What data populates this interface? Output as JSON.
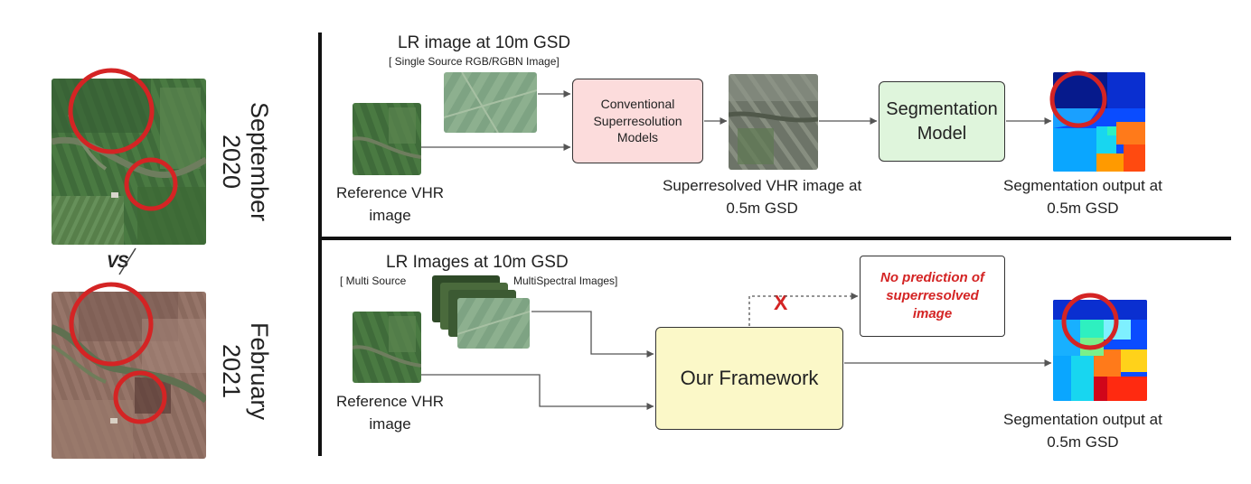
{
  "left_panel": {
    "top_label_line1": "September",
    "top_label_line2": "2020",
    "vs": "VS",
    "bottom_label_line1": "February",
    "bottom_label_line2": "2021"
  },
  "top_pipeline": {
    "lr_title": "LR image at 10m GSD",
    "lr_subtitle": "[ Single Source RGB/RGBN Image]",
    "reference_line1": "Reference VHR",
    "reference_line2": "image",
    "conventional_line1": "Conventional",
    "conventional_line2": "Superresolution",
    "conventional_line3": "Models",
    "superresolved_line1": "Superresolved VHR image at",
    "superresolved_line2": "0.5m GSD",
    "segmentation_line1": "Segmentation",
    "segmentation_line2": "Model",
    "output_line1": "Segmentation output at",
    "output_line2": "0.5m GSD"
  },
  "bottom_pipeline": {
    "lr_title": "LR Images at 10m GSD",
    "multi_source": "[ Multi Source",
    "multispectral": "MultiSpectral Images]",
    "reference_line1": "Reference VHR",
    "reference_line2": "image",
    "framework": "Our Framework",
    "cross": "X",
    "no_prediction_line1": "No prediction of",
    "no_prediction_line2": "superresolved",
    "no_prediction_line3": "image",
    "output_line1": "Segmentation output at",
    "output_line2": "0.5m GSD"
  },
  "colors": {
    "conventional_fill": "#fcdcdc",
    "segmentation_fill": "#dff5dc",
    "framework_fill": "#fbf8c8",
    "circle_red": "#d42424",
    "warning_red": "#d42424"
  }
}
